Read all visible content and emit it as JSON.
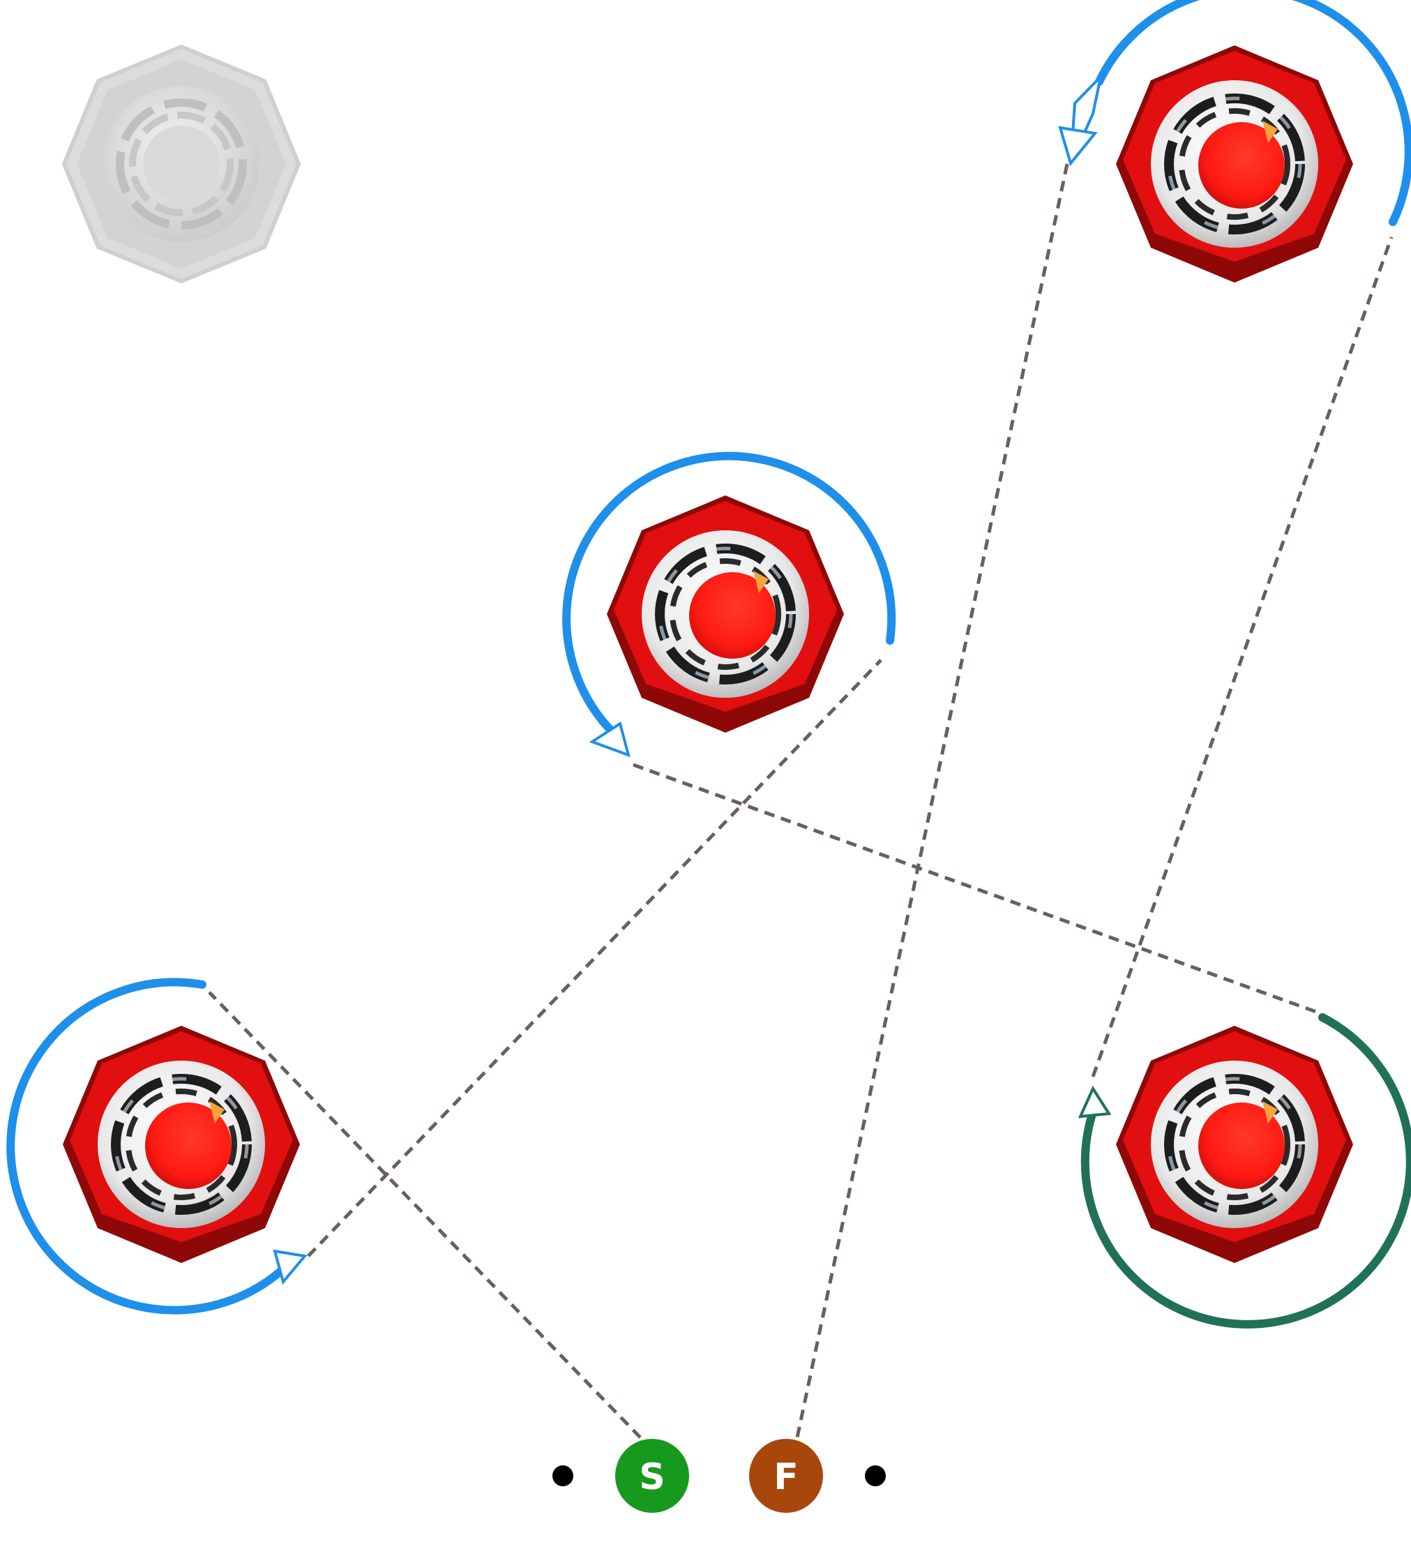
{
  "markers": {
    "start_label": "S",
    "finish_label": "F"
  },
  "colors": {
    "rotation_arc": "#1e8fea",
    "final_arc": "#21705a",
    "path": "#6a5f5b",
    "start_marker": "#17991e",
    "finish_marker": "#a7470b",
    "nut_body": "#e10f0f",
    "nut_shadow": "#8e0808",
    "inactive_nut": "#cfcfcf"
  },
  "icons": {
    "bolt": "hex-bolt-icon",
    "rotation": "rotation-arrow-icon"
  },
  "bolts": [
    {
      "id": "top-left",
      "state": "inactive"
    },
    {
      "id": "top-right",
      "state": "active",
      "rotation": "counterclockwise"
    },
    {
      "id": "center",
      "state": "active",
      "rotation": "counterclockwise"
    },
    {
      "id": "bottom-left",
      "state": "active",
      "rotation": "counterclockwise"
    },
    {
      "id": "bottom-right",
      "state": "active",
      "rotation": "clockwise"
    }
  ],
  "sequence": [
    "S",
    "bottom-left",
    "center",
    "bottom-right",
    "top-right",
    "F"
  ]
}
